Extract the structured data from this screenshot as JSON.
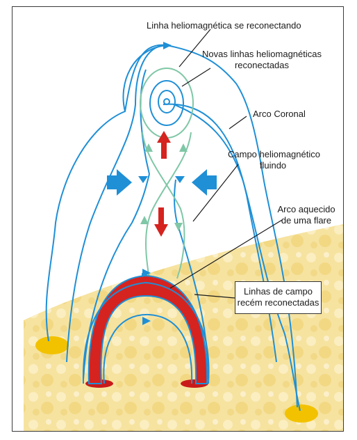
{
  "labels": {
    "reconnecting_line": "Linha heliomagnética se reconectando",
    "new_lines_1": "Novas linhas heliomagnéticas",
    "new_lines_2": "reconectadas",
    "coronal_arc": "Arco Coronal",
    "flowing_field_1": "Campo heliomagnético",
    "flowing_field_2": "fluindo",
    "heated_arc_1": "Arco aquecido",
    "heated_arc_2": "de uma flare",
    "recent_lines_1": "Linhas de campo",
    "recent_lines_2": "recém reconectadas"
  },
  "colors": {
    "field_line": "#1f8fd6",
    "reconnected_line": "#7fc7a6",
    "flare_arc": "#d5231f",
    "inflow_arrow": "#1f8fd6",
    "outflow_arrow": "#d5231f",
    "sun_surface": "#f4dc8c",
    "footpoint": "#f2c200"
  }
}
